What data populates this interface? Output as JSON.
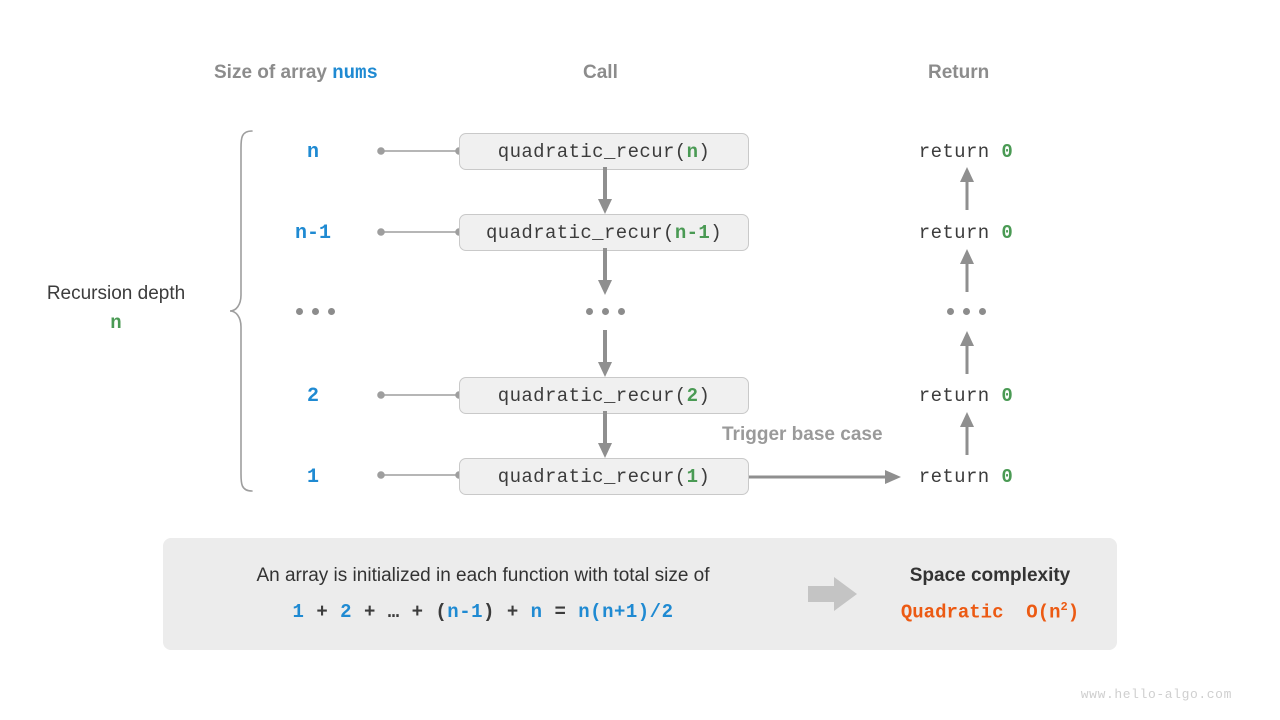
{
  "headers": {
    "size": "Size of array ",
    "size_var": "nums",
    "call": "Call",
    "return": "Return"
  },
  "depth": {
    "label": "Recursion depth",
    "value": "n"
  },
  "rows": [
    {
      "size": "n",
      "call_name": "quadratic_recur(",
      "call_arg": "n",
      "call_close": ")",
      "return_text": "return ",
      "return_value": "0"
    },
    {
      "size": "n-1",
      "call_name": "quadratic_recur(",
      "call_arg": "n-1",
      "call_close": ")",
      "return_text": "return ",
      "return_value": "0"
    },
    {
      "size": "...",
      "call_name": "...",
      "call_arg": "",
      "call_close": "",
      "return_text": "...",
      "return_value": ""
    },
    {
      "size": "2",
      "call_name": "quadratic_recur(",
      "call_arg": "2",
      "call_close": ")",
      "return_text": "return ",
      "return_value": "0"
    },
    {
      "size": "1",
      "call_name": "quadratic_recur(",
      "call_arg": "1",
      "call_close": ")",
      "return_text": "return ",
      "return_value": "0"
    }
  ],
  "trigger_label": "Trigger base case",
  "summary": {
    "text": "An array is initialized in each function with total size of",
    "formula_parts": [
      {
        "t": "1",
        "c": "b"
      },
      {
        "t": " + ",
        "c": "d"
      },
      {
        "t": "2",
        "c": "b"
      },
      {
        "t": " + ",
        "c": "d"
      },
      {
        "t": "…",
        "c": "d"
      },
      {
        "t": " + ",
        "c": "d"
      },
      {
        "t": "(",
        "c": "d"
      },
      {
        "t": "n-1",
        "c": "b"
      },
      {
        "t": ")",
        "c": "d"
      },
      {
        "t": " + ",
        "c": "d"
      },
      {
        "t": "n",
        "c": "b"
      },
      {
        "t": " = ",
        "c": "d"
      },
      {
        "t": "n(n+1)/2",
        "c": "b"
      }
    ],
    "complexity_title": "Space complexity",
    "complexity_prefix": "Quadratic",
    "complexity_big_o": "O(n",
    "complexity_exp": "2",
    "complexity_suffix": ")"
  },
  "watermark": "www.hello-algo.com",
  "colors": {
    "blue": "#1f8ad2",
    "green": "#4a9a54",
    "orange": "#ec5a13",
    "gray": "#8c8c8c",
    "dark": "#3c3c3c",
    "panel": "#ececec",
    "box_fill": "#f0f0f0",
    "box_border": "#c9c9c9"
  }
}
